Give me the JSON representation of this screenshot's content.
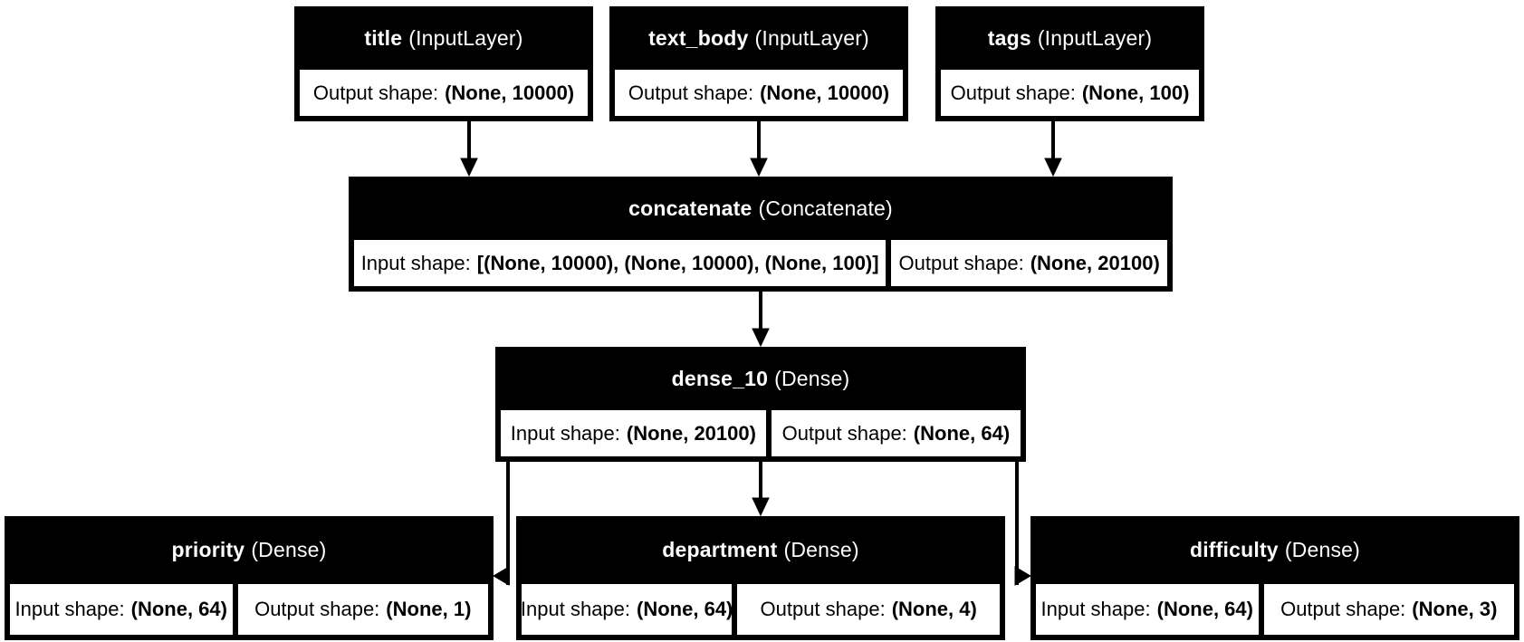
{
  "diagram": {
    "kind": "keras-model-architecture",
    "colors": {
      "background": "#ffffff",
      "node_fill": "#000000",
      "node_text": "#ffffff",
      "cell_fill": "#ffffff",
      "cell_text": "#000000",
      "edge": "#000000"
    },
    "nodes": [
      {
        "id": "title",
        "name": "title",
        "type": "(InputLayer)",
        "cells": [
          {
            "label": "Output shape:",
            "value": "(None, 10000)"
          }
        ]
      },
      {
        "id": "text_body",
        "name": "text_body",
        "type": "(InputLayer)",
        "cells": [
          {
            "label": "Output shape:",
            "value": "(None, 10000)"
          }
        ]
      },
      {
        "id": "tags",
        "name": "tags",
        "type": "(InputLayer)",
        "cells": [
          {
            "label": "Output shape:",
            "value": "(None, 100)"
          }
        ]
      },
      {
        "id": "concatenate",
        "name": "concatenate",
        "type": "(Concatenate)",
        "cells": [
          {
            "label": "Input shape:",
            "value": "[(None, 10000), (None, 10000), (None, 100)]"
          },
          {
            "label": "Output shape:",
            "value": "(None, 20100)"
          }
        ]
      },
      {
        "id": "dense_10",
        "name": "dense_10",
        "type": "(Dense)",
        "cells": [
          {
            "label": "Input shape:",
            "value": "(None, 20100)"
          },
          {
            "label": "Output shape:",
            "value": "(None, 64)"
          }
        ]
      },
      {
        "id": "priority",
        "name": "priority",
        "type": "(Dense)",
        "cells": [
          {
            "label": "Input shape:",
            "value": "(None, 64)"
          },
          {
            "label": "Output shape:",
            "value": "(None, 1)"
          }
        ]
      },
      {
        "id": "department",
        "name": "department",
        "type": "(Dense)",
        "cells": [
          {
            "label": "Input shape:",
            "value": "(None, 64)"
          },
          {
            "label": "Output shape:",
            "value": "(None, 4)"
          }
        ]
      },
      {
        "id": "difficulty",
        "name": "difficulty",
        "type": "(Dense)",
        "cells": [
          {
            "label": "Input shape:",
            "value": "(None, 64)"
          },
          {
            "label": "Output shape:",
            "value": "(None, 3)"
          }
        ]
      }
    ],
    "edges": [
      {
        "from": "title",
        "to": "concatenate"
      },
      {
        "from": "text_body",
        "to": "concatenate"
      },
      {
        "from": "tags",
        "to": "concatenate"
      },
      {
        "from": "concatenate",
        "to": "dense_10"
      },
      {
        "from": "dense_10",
        "to": "priority"
      },
      {
        "from": "dense_10",
        "to": "department"
      },
      {
        "from": "dense_10",
        "to": "difficulty"
      }
    ]
  }
}
